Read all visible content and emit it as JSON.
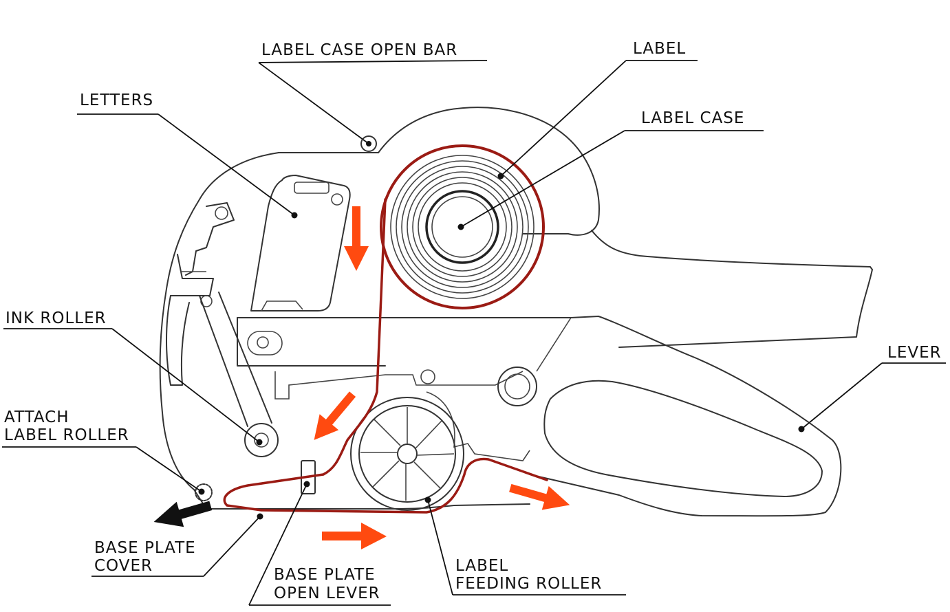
{
  "diagram": {
    "labels": {
      "label_case_open_bar": "LABEL CASE OPEN BAR",
      "label": "LABEL",
      "label_case": "LABEL CASE",
      "letters": "LETTERS",
      "ink_roller": "INK ROLLER",
      "attach_label_roller_1": "ATTACH",
      "attach_label_roller_2": "LABEL ROLLER",
      "lever": "LEVER",
      "base_plate_cover_1": "BASE PLATE",
      "base_plate_cover_2": "COVER",
      "base_plate_open_lever_1": "BASE PLATE",
      "base_plate_open_lever_2": "OPEN LEVER",
      "label_feeding_roller_1": "LABEL",
      "label_feeding_roller_2": "FEEDING ROLLER"
    },
    "colors": {
      "label_path": "#9b1b14",
      "feed_arrows": "#ff4a10",
      "eject_arrow": "#111111",
      "outline": "#333333"
    }
  }
}
